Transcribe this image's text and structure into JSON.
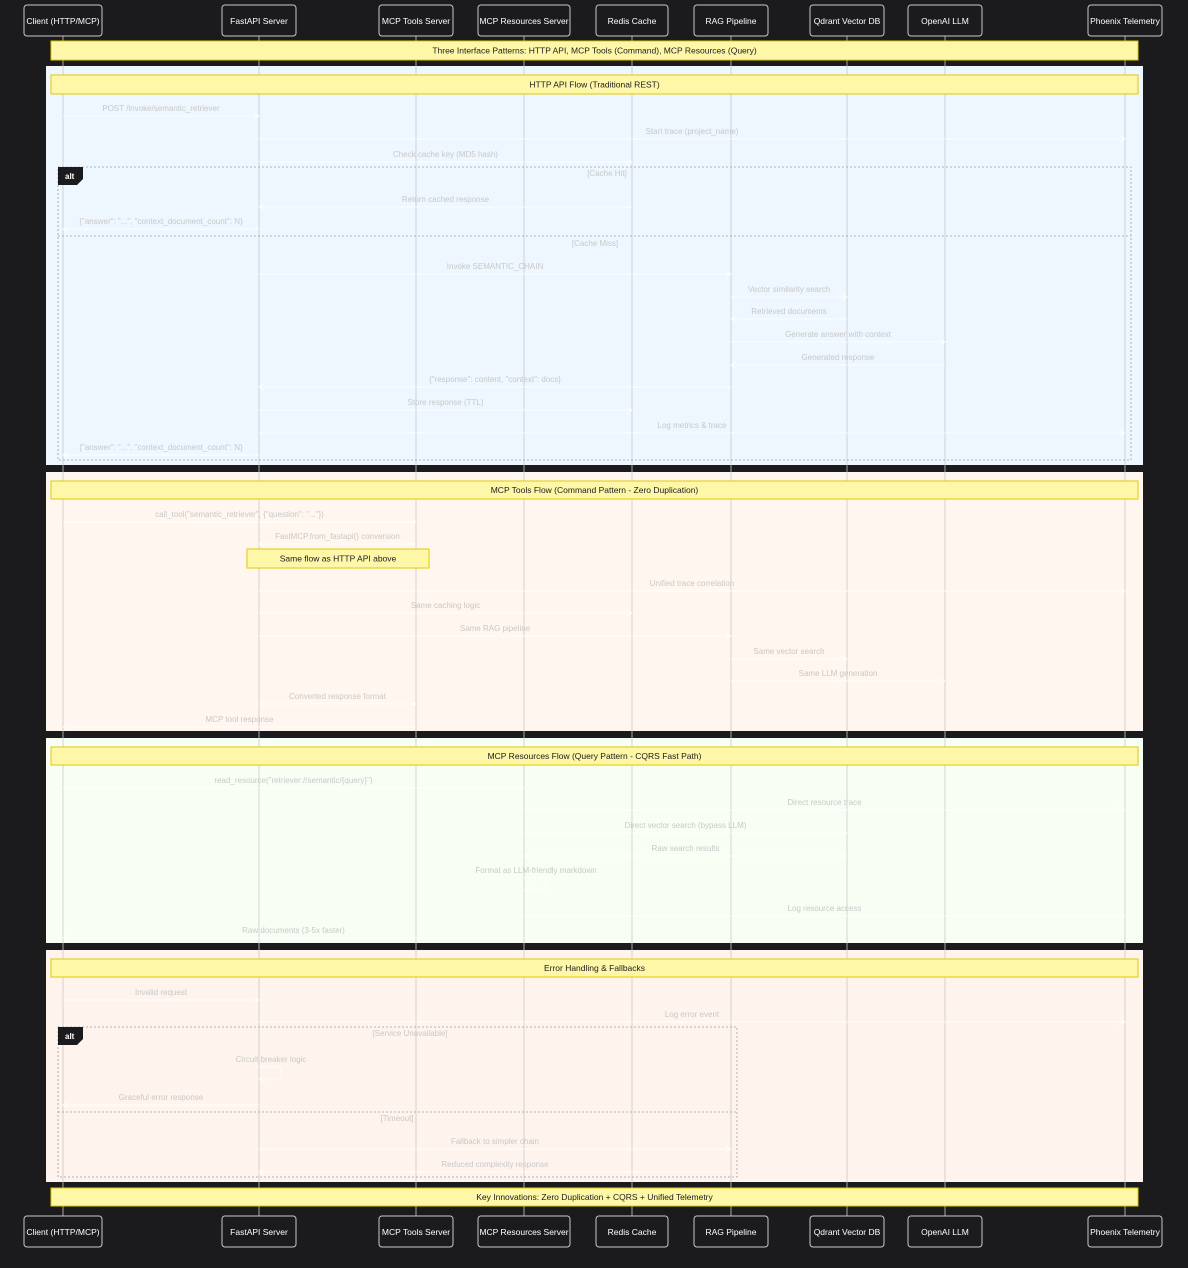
{
  "actors": [
    {
      "id": "client",
      "label": "Client (HTTP/MCP)"
    },
    {
      "id": "fastapi",
      "label": "FastAPI Server"
    },
    {
      "id": "mcptools",
      "label": "MCP Tools Server"
    },
    {
      "id": "mcpres",
      "label": "MCP Resources Server"
    },
    {
      "id": "redis",
      "label": "Redis Cache"
    },
    {
      "id": "rag",
      "label": "RAG Pipeline"
    },
    {
      "id": "qdrant",
      "label": "Qdrant Vector DB"
    },
    {
      "id": "openai",
      "label": "OpenAI LLM"
    },
    {
      "id": "phoenix",
      "label": "Phoenix Telemetry"
    }
  ],
  "colors": {
    "background": "#1b1b1d",
    "http_section": "#eef6ff",
    "tools_section": "#fff6ef",
    "resources_section": "#f7fff5",
    "error_section": "#fff3ee",
    "note_fill": "#fff7a8",
    "note_border": "#e0c900"
  },
  "notes": {
    "top": "Three Interface Patterns: HTTP API, MCP Tools (Command), MCP Resources (Query)",
    "same_flow": "Same flow as HTTP API above",
    "bottom": "Key Innovations: Zero Duplication + CQRS + Unified Telemetry"
  },
  "sections": [
    {
      "id": "http",
      "title": "HTTP API Flow (Traditional REST)",
      "messages": [
        {
          "from": "client",
          "to": "fastapi",
          "text": "POST /invoke/semantic_retriever"
        },
        {
          "from": "fastapi",
          "to": "phoenix",
          "text": "Start trace (project_name)"
        },
        {
          "from": "fastapi",
          "to": "redis",
          "text": "Check cache key (MD5 hash)"
        },
        {
          "from": "redis",
          "to": "fastapi",
          "text": "Return cached response"
        },
        {
          "from": "fastapi",
          "to": "client",
          "text": "{\"answer\": \"...\", \"context_document_count\": N}"
        },
        {
          "from": "fastapi",
          "to": "rag",
          "text": "Invoke SEMANTIC_CHAIN"
        },
        {
          "from": "rag",
          "to": "qdrant",
          "text": "Vector similarity search"
        },
        {
          "from": "qdrant",
          "to": "rag",
          "text": "Retrieved documents"
        },
        {
          "from": "rag",
          "to": "openai",
          "text": "Generate answer with context"
        },
        {
          "from": "openai",
          "to": "rag",
          "text": "Generated response"
        },
        {
          "from": "rag",
          "to": "fastapi",
          "text": "{\"response\": content, \"context\": docs}"
        },
        {
          "from": "fastapi",
          "to": "redis",
          "text": "Store response (TTL)"
        },
        {
          "from": "fastapi",
          "to": "phoenix",
          "text": "Log metrics & trace"
        },
        {
          "from": "fastapi",
          "to": "client",
          "text": "{\"answer\": \"...\", \"context_document_count\": N}"
        }
      ],
      "alt": {
        "tag": "alt",
        "conditions": [
          "[Cache Hit]",
          "[Cache Miss]"
        ]
      }
    },
    {
      "id": "tools",
      "title": "MCP Tools Flow (Command Pattern - Zero Duplication)",
      "messages": [
        {
          "from": "client",
          "to": "mcptools",
          "text": "call_tool(\"semantic_retriever\", {\"question\": \"...\"})"
        },
        {
          "from": "mcptools",
          "to": "fastapi",
          "text": "FastMCP.from_fastapi() conversion"
        },
        {
          "from": "fastapi",
          "to": "phoenix",
          "text": "Unified trace correlation"
        },
        {
          "from": "fastapi",
          "to": "redis",
          "text": "Same caching logic"
        },
        {
          "from": "fastapi",
          "to": "rag",
          "text": "Same RAG pipeline"
        },
        {
          "from": "rag",
          "to": "qdrant",
          "text": "Same vector search"
        },
        {
          "from": "rag",
          "to": "openai",
          "text": "Same LLM generation"
        },
        {
          "from": "fastapi",
          "to": "mcptools",
          "text": "Converted response format"
        },
        {
          "from": "mcptools",
          "to": "client",
          "text": "MCP tool response"
        }
      ]
    },
    {
      "id": "resources",
      "title": "MCP Resources Flow (Query Pattern - CQRS Fast Path)",
      "messages": [
        {
          "from": "client",
          "to": "mcpres",
          "text": "read_resource(\"retriever://semantic/{query}\")"
        },
        {
          "from": "mcpres",
          "to": "phoenix",
          "text": "Direct resource trace"
        },
        {
          "from": "mcpres",
          "to": "qdrant",
          "text": "Direct vector search (bypass LLM)"
        },
        {
          "from": "qdrant",
          "to": "mcpres",
          "text": "Raw search results"
        },
        {
          "from": "mcpres",
          "to": "mcpres",
          "text": "Format as LLM-friendly markdown"
        },
        {
          "from": "mcpres",
          "to": "phoenix",
          "text": "Log resource access"
        },
        {
          "from": "mcpres",
          "to": "client",
          "text": "Raw documents (3-5x faster)"
        }
      ]
    },
    {
      "id": "errors",
      "title": "Error Handling & Fallbacks",
      "messages": [
        {
          "from": "client",
          "to": "fastapi",
          "text": "Invalid request"
        },
        {
          "from": "fastapi",
          "to": "phoenix",
          "text": "Log error event"
        },
        {
          "from": "fastapi",
          "to": "fastapi",
          "text": "Circuit breaker logic"
        },
        {
          "from": "fastapi",
          "to": "client",
          "text": "Graceful error response"
        },
        {
          "from": "fastapi",
          "to": "rag",
          "text": "Fallback to simpler chain"
        },
        {
          "from": "rag",
          "to": "fastapi",
          "text": "Reduced complexity response"
        }
      ],
      "alt": {
        "tag": "alt",
        "conditions": [
          "[Service Unavailable]",
          "[Timeout]"
        ]
      }
    }
  ]
}
